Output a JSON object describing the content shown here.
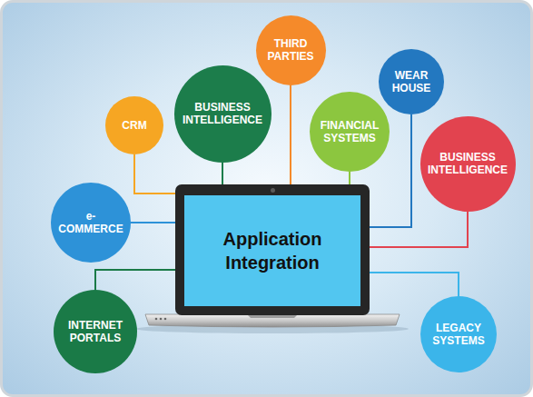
{
  "diagram": {
    "nodes": [
      {
        "text": [
          "THIRD PARTIES"
        ]
      },
      {
        "text": [
          "BUSINESS INTELLIGENCE"
        ]
      },
      {
        "text": [
          "WEAR HOUSE"
        ]
      },
      {
        "text": [
          "CRM"
        ]
      },
      {
        "text": [
          "FINANCIAL SYSTEMS"
        ]
      },
      {
        "text": [
          "BUSINESS INTELLIGENCE"
        ]
      },
      {
        "text": [
          "e- COMMERCE"
        ]
      },
      {
        "text": [
          "Application Integration"
        ]
      },
      {
        "text": [
          "INTERNET PORTALS"
        ]
      },
      {
        "text": [
          "LEGACY SYSTEMS"
        ]
      }
    ],
    "edges": [
      {
        "from": 0,
        "to": 7,
        "arrow": "none"
      },
      {
        "from": 1,
        "to": 7,
        "arrow": "none"
      },
      {
        "from": 2,
        "to": 7,
        "arrow": "none"
      },
      {
        "from": 3,
        "to": 7,
        "arrow": "none"
      },
      {
        "from": 4,
        "to": 7,
        "arrow": "none"
      },
      {
        "from": 5,
        "to": 7,
        "arrow": "none"
      },
      {
        "from": 6,
        "to": 7,
        "arrow": "none"
      },
      {
        "from": 8,
        "to": 7,
        "arrow": "none"
      },
      {
        "from": 9,
        "to": 7,
        "arrow": "none"
      }
    ]
  }
}
